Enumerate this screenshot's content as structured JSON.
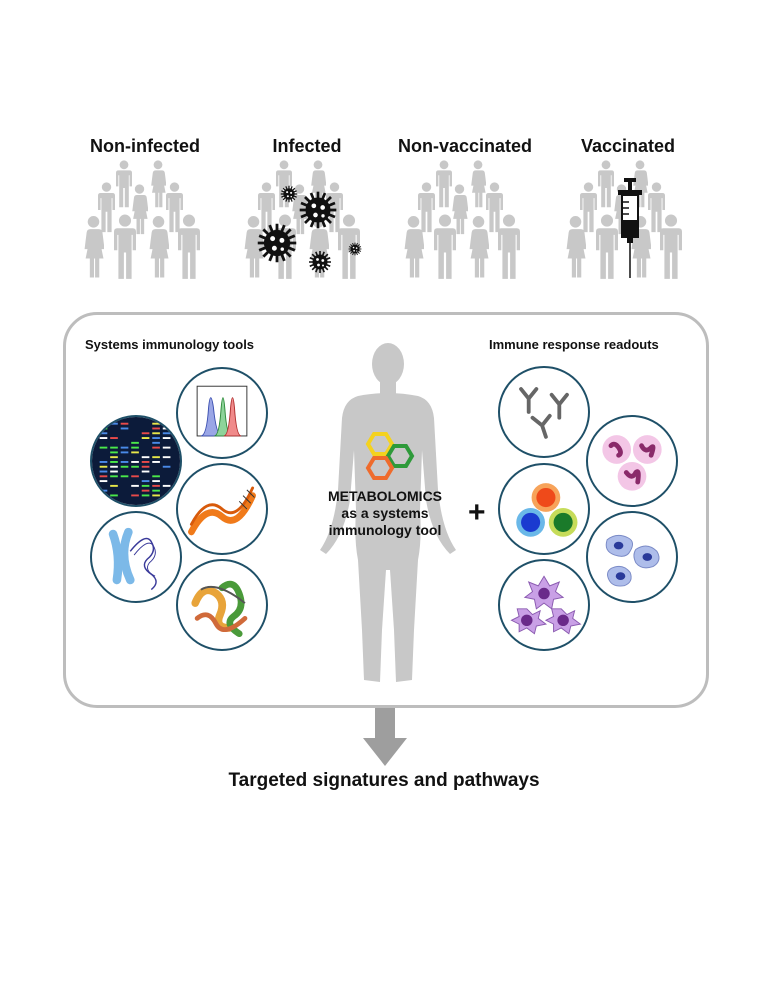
{
  "groups": [
    {
      "label": "Non-infected",
      "overlay": "none"
    },
    {
      "label": "Infected",
      "overlay": "virus-icon"
    },
    {
      "label": "Non-vaccinated",
      "overlay": "none"
    },
    {
      "label": "Vaccinated",
      "overlay": "syringe-icon"
    }
  ],
  "panel": {
    "left_heading": "Systems immunology tools",
    "right_heading": "Immune response readouts",
    "center_line1": "METABOLOMICS",
    "center_line2": "as a systems",
    "center_line3": "immunology tool",
    "plus": "+"
  },
  "tools": [
    "flow-cytometry-histogram-icon",
    "dna-sequencing-gel-icon",
    "rna-strand-icon",
    "chromosome-icon",
    "protein-structure-icon"
  ],
  "readouts": [
    "antibody-icon",
    "neutrophil-icon",
    "lymphocyte-icon",
    "macrophage-icon",
    "dendritic-cell-icon"
  ],
  "bottom": {
    "title": "Targeted signatures and pathways"
  },
  "colors": {
    "person": "#c8c8c8",
    "border": "#bdbdbd",
    "circle_border": "#1f5068",
    "hex_yellow": "#f4d21f",
    "hex_green": "#2e9a3a",
    "hex_orange": "#ef6b2c"
  }
}
